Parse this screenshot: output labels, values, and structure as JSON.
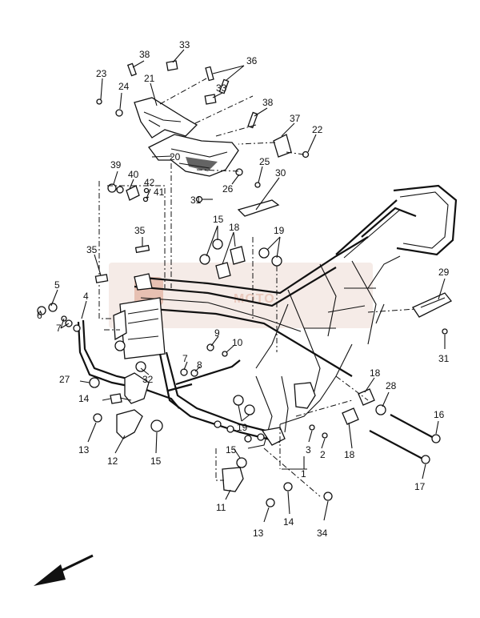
{
  "watermark": {
    "text": "MOTO",
    "color": "#e9c9bd"
  },
  "callouts": [
    {
      "id": "c38a",
      "text": "38"
    },
    {
      "id": "c33a",
      "text": "33"
    },
    {
      "id": "c36",
      "text": "36"
    },
    {
      "id": "c23",
      "text": "23"
    },
    {
      "id": "c21",
      "text": "21"
    },
    {
      "id": "c24",
      "text": "24"
    },
    {
      "id": "c33b",
      "text": "33"
    },
    {
      "id": "c38b",
      "text": "38"
    },
    {
      "id": "c37",
      "text": "37"
    },
    {
      "id": "c22",
      "text": "22"
    },
    {
      "id": "c20",
      "text": "20"
    },
    {
      "id": "c25",
      "text": "25"
    },
    {
      "id": "c30",
      "text": "30"
    },
    {
      "id": "c39",
      "text": "39"
    },
    {
      "id": "c40",
      "text": "40"
    },
    {
      "id": "c42",
      "text": "42"
    },
    {
      "id": "c41",
      "text": "41"
    },
    {
      "id": "c26",
      "text": "26"
    },
    {
      "id": "c31a",
      "text": "31"
    },
    {
      "id": "c15a",
      "text": "15"
    },
    {
      "id": "c18a",
      "text": "18"
    },
    {
      "id": "c19a",
      "text": "19"
    },
    {
      "id": "c35a",
      "text": "35"
    },
    {
      "id": "c35b",
      "text": "35"
    },
    {
      "id": "c29",
      "text": "29"
    },
    {
      "id": "c5",
      "text": "5"
    },
    {
      "id": "c4",
      "text": "4"
    },
    {
      "id": "c6",
      "text": "6"
    },
    {
      "id": "c7a",
      "text": "7"
    },
    {
      "id": "c9",
      "text": "9"
    },
    {
      "id": "c10",
      "text": "10"
    },
    {
      "id": "c31b",
      "text": "31"
    },
    {
      "id": "c7b",
      "text": "7"
    },
    {
      "id": "c8",
      "text": "8"
    },
    {
      "id": "c27",
      "text": "27"
    },
    {
      "id": "c32",
      "text": "32"
    },
    {
      "id": "c18b",
      "text": "18"
    },
    {
      "id": "c28",
      "text": "28"
    },
    {
      "id": "c14a",
      "text": "14"
    },
    {
      "id": "c16",
      "text": "16"
    },
    {
      "id": "c19b",
      "text": "19"
    },
    {
      "id": "c13a",
      "text": "13"
    },
    {
      "id": "c12",
      "text": "12"
    },
    {
      "id": "c15b",
      "text": "15"
    },
    {
      "id": "c3",
      "text": "3"
    },
    {
      "id": "c2",
      "text": "2"
    },
    {
      "id": "c18c",
      "text": "18"
    },
    {
      "id": "c1",
      "text": "1"
    },
    {
      "id": "c15c",
      "text": "15"
    },
    {
      "id": "c17",
      "text": "17"
    },
    {
      "id": "c11",
      "text": "11"
    },
    {
      "id": "c14b",
      "text": "14"
    },
    {
      "id": "c13b",
      "text": "13"
    },
    {
      "id": "c34",
      "text": "34"
    }
  ]
}
